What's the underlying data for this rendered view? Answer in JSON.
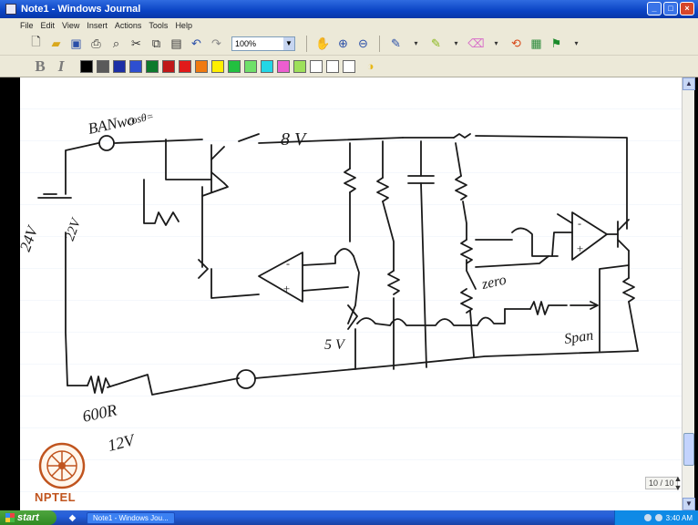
{
  "window": {
    "title": "Note1 - Windows Journal",
    "minimize": "_",
    "maximize": "□",
    "close": "×"
  },
  "menu": [
    "File",
    "Edit",
    "View",
    "Insert",
    "Actions",
    "Tools",
    "Help"
  ],
  "toolbar": {
    "zoom": "100%"
  },
  "format": {
    "bold": "B",
    "italic": "I"
  },
  "palette": [
    "#000000",
    "#5a5a5a",
    "#1c2fa6",
    "#2e4fd0",
    "#0d7a2c",
    "#c01818",
    "#e01a1a",
    "#f07a10",
    "#ffef00",
    "#22c040",
    "#6fe06a",
    "#23d6e6",
    "#ec5ed0",
    "#9ee05a",
    "#ffffff",
    "#ffffff",
    "#ffffff"
  ],
  "page": {
    "indicator": "10 / 10"
  },
  "logo": {
    "text": "NPTEL"
  },
  "taskbar": {
    "start": "start",
    "task": "Note1 - Windows Jou...",
    "clock": "3:40 AM"
  },
  "note": {
    "labels": {
      "banwo": "BANwo",
      "cos": "cosθ=",
      "v8": "8 V",
      "v24": "24V",
      "v22": "22V",
      "v5": "5 V",
      "r600": "600R",
      "v12": "12V",
      "zero": "zero",
      "span": "Span",
      "plus": "+",
      "minus": "-"
    }
  }
}
